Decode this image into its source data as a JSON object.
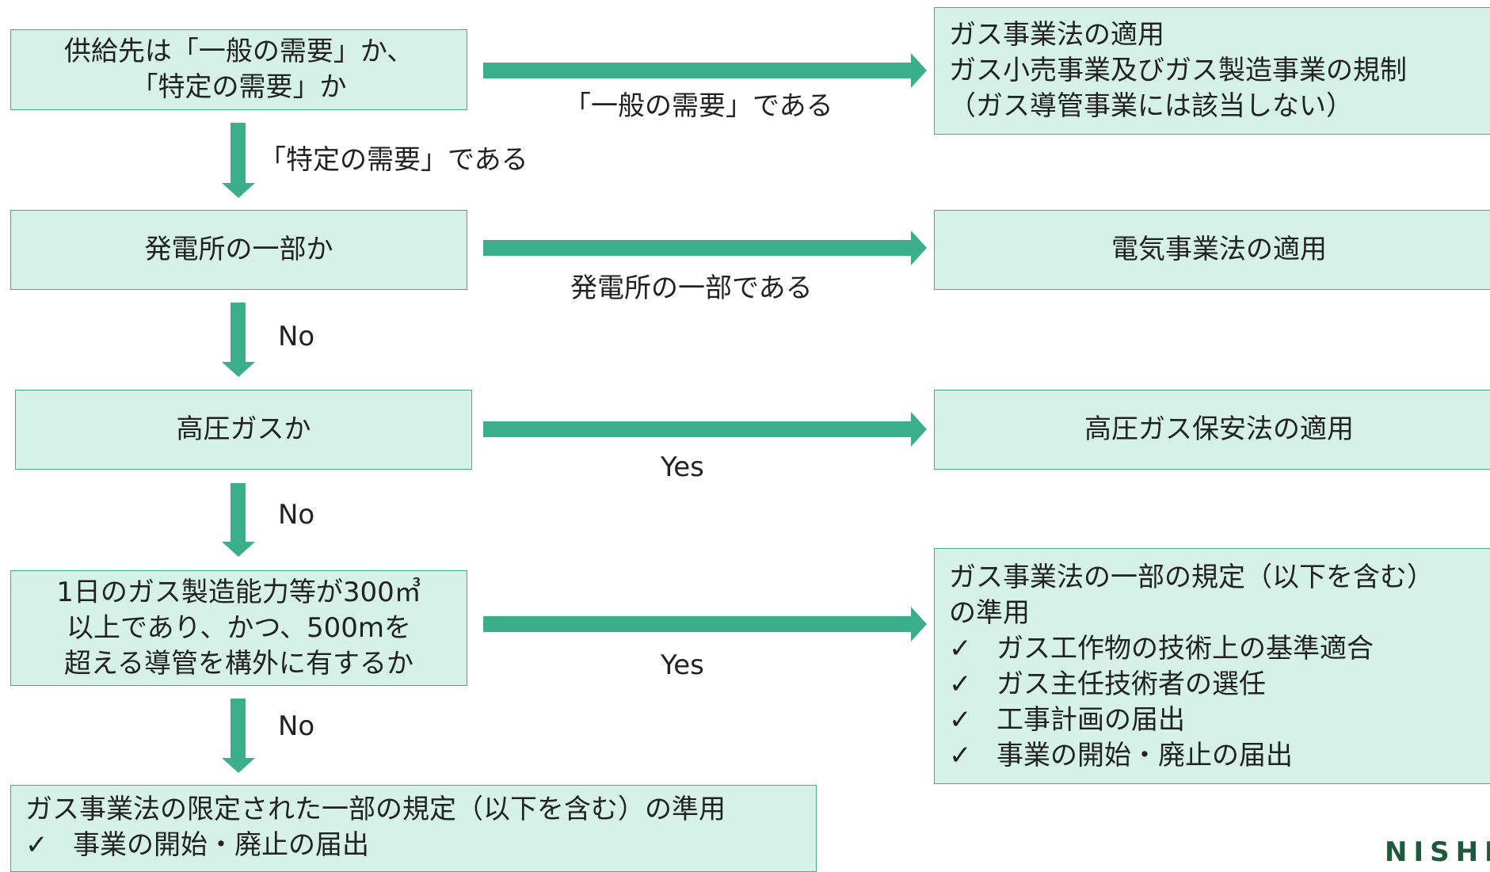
{
  "colors": {
    "box_fill": "#d6f1e8",
    "box_border": "#3aaf89",
    "arrow": "#3aaf89",
    "logo": "#1d5a3c"
  },
  "decisions": [
    {
      "lines": [
        "供給先は「一般の需要」か、",
        "「特定の需要」か"
      ]
    },
    {
      "lines": [
        "発電所の一部か"
      ]
    },
    {
      "lines": [
        "高圧ガスか"
      ]
    },
    {
      "lines": [
        "1日のガス製造能力等が300㎥",
        "以上であり、かつ、500mを",
        "超える導管を構外に有するか"
      ]
    }
  ],
  "outcomes": [
    {
      "lines": [
        "ガス事業法の適用",
        "ガス小売事業及びガス製造事業の規制",
        "（ガス導管事業には該当しない）"
      ]
    },
    {
      "lines": [
        "電気事業法の適用"
      ]
    },
    {
      "lines": [
        "高圧ガス保安法の適用"
      ]
    },
    {
      "lines": [
        "ガス事業法の一部の規定（以下を含む）",
        "の準用"
      ],
      "check_mark": "✓",
      "checklist": [
        "ガス工作物の技術上の基準適合",
        "ガス主任技術者の選任",
        "工事計画の届出",
        "事業の開始・廃止の届出"
      ]
    }
  ],
  "final": {
    "lines": [
      "ガス事業法の限定された一部の規定（以下を含む）の準用"
    ],
    "check_mark": "✓",
    "checklist": [
      "事業の開始・廃止の届出"
    ]
  },
  "right_labels": [
    "「一般の需要」である",
    "発電所の一部である",
    "Yes",
    "Yes"
  ],
  "down_labels": [
    "「特定の需要」である",
    "No",
    "No",
    "No"
  ],
  "logo_text": "NISHI"
}
